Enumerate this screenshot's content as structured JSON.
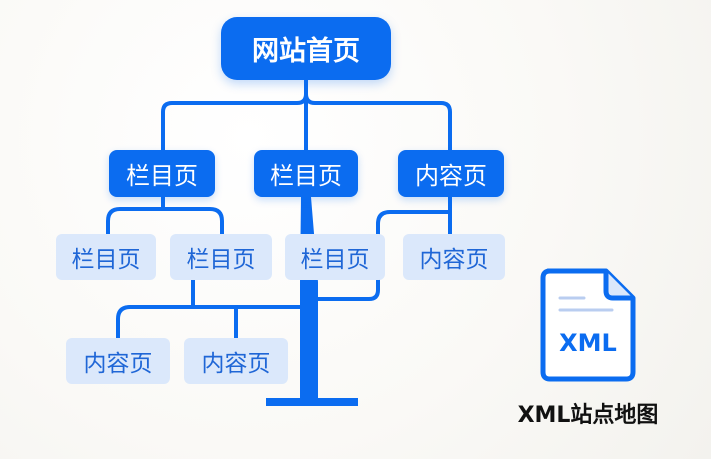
{
  "root": {
    "label": "网站首页"
  },
  "level1": [
    {
      "label": "栏目页"
    },
    {
      "label": "栏目页"
    },
    {
      "label": "内容页"
    }
  ],
  "level2": [
    {
      "label": "栏目页"
    },
    {
      "label": "栏目页"
    },
    {
      "label": "栏目页"
    },
    {
      "label": "内容页"
    }
  ],
  "level3": [
    {
      "label": "内容页"
    },
    {
      "label": "内容页"
    }
  ],
  "xml": {
    "icon_text": "XML",
    "caption": "XML站点地图"
  },
  "colors": {
    "primary": "#0b6cf0",
    "light_fill": "#dbe8fb",
    "light_text": "#1f66d6"
  }
}
